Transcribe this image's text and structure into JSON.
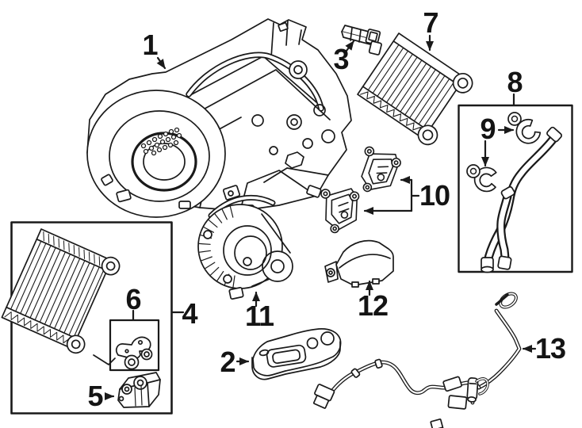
{
  "figure": {
    "type": "exploded-parts-diagram",
    "subject": "HVAC evaporator, heater core, blower and related components",
    "background_color": "#ffffff",
    "line_color": "#1a1a1a"
  },
  "callouts": {
    "c1": {
      "label": "1"
    },
    "c2": {
      "label": "2"
    },
    "c3": {
      "label": "3"
    },
    "c4": {
      "label": "4"
    },
    "c5": {
      "label": "5"
    },
    "c6": {
      "label": "6"
    },
    "c7": {
      "label": "7"
    },
    "c8": {
      "label": "8"
    },
    "c9": {
      "label": "9"
    },
    "c10": {
      "label": "10"
    },
    "c11": {
      "label": "11"
    },
    "c12": {
      "label": "12"
    },
    "c13": {
      "label": "13"
    }
  }
}
